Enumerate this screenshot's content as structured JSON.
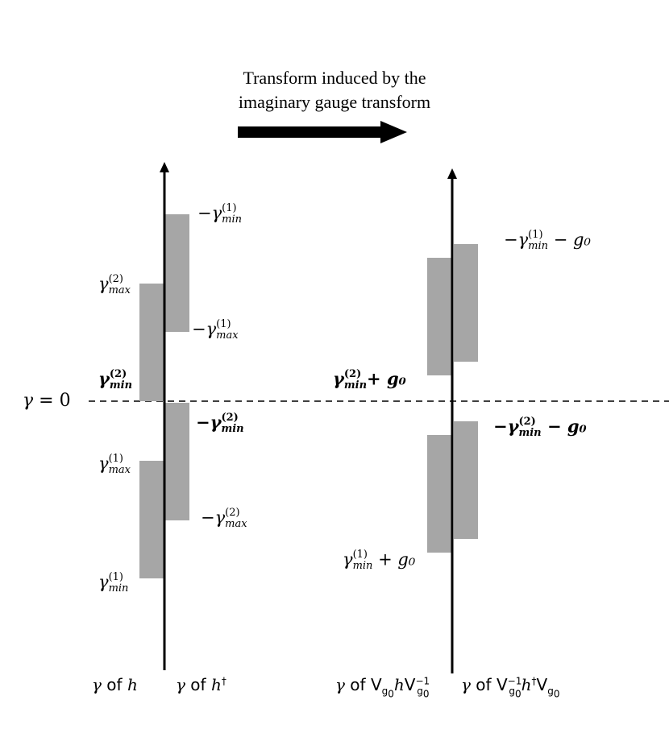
{
  "title": {
    "line1": "Transform induced by the",
    "line2": "imaginary gauge transform"
  },
  "zero_line": {
    "label_gamma": "γ",
    "label_eq": " = 0"
  },
  "symbols": {
    "gamma": "γ",
    "minus": "−",
    "plus": "+",
    "g0": "g₀",
    "sup1": "(1)",
    "sup2": "(2)",
    "min": "min",
    "max": "max"
  },
  "left_labels": {
    "gamma_min1_neg": "−γ(1)min",
    "gamma_max2": "γ(2)max",
    "gamma_max1_neg": "−γ(1)max",
    "gamma_min2": "γ(2)min",
    "gamma_min2_neg": "−γ(2)min",
    "gamma_max1": "γ(1)max",
    "gamma_max2_neg": "−γ(2)max",
    "gamma_min1": "γ(1)min"
  },
  "right_labels": {
    "top": "−γ(1)min − g0",
    "mid_left": "γ(2)min+ g0",
    "mid_right": "−γ(2)min − g0",
    "bottom": "γ(1)min + g0"
  },
  "axis_labels": {
    "gamma_of": "γ of ",
    "h": "h",
    "dagger": "†",
    "V": "V",
    "g0sub": "g",
    "zero_sub": "0",
    "minus_one": "−1"
  },
  "colors": {
    "bar": "#a6a6a6",
    "ink": "#000000"
  }
}
